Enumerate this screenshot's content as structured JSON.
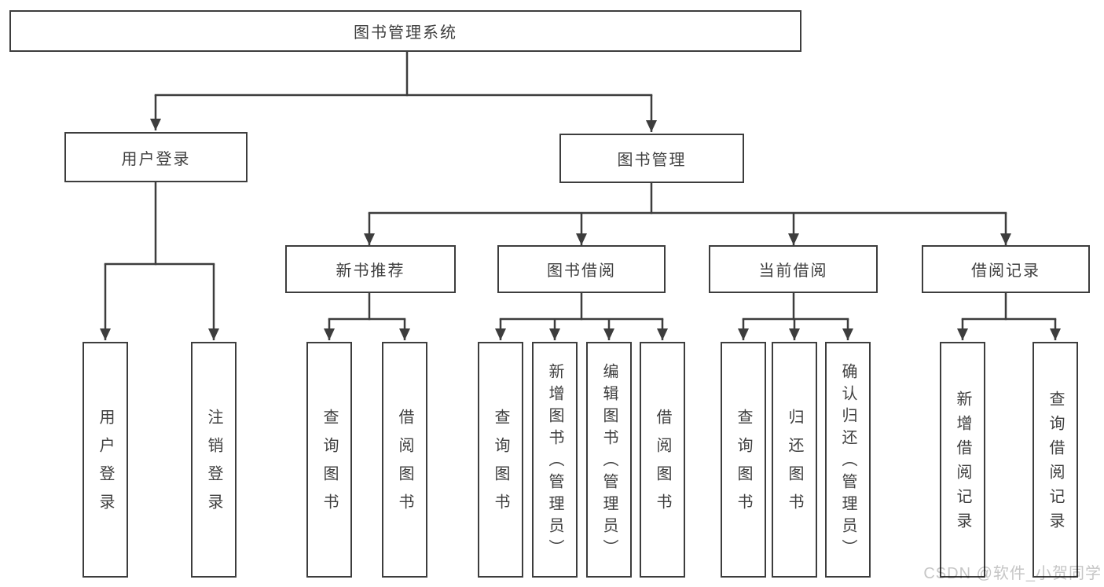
{
  "diagram": {
    "root": {
      "label": "图书管理系统"
    },
    "user_login": {
      "label": "用户登录",
      "children": [
        {
          "label": "用户登录"
        },
        {
          "label": "注销登录"
        }
      ]
    },
    "book_mgmt": {
      "label": "图书管理",
      "children": [
        {
          "label": "新书推荐",
          "children": [
            {
              "label": "查询图书"
            },
            {
              "label": "借阅图书"
            }
          ]
        },
        {
          "label": "图书借阅",
          "children": [
            {
              "label": "查询图书"
            },
            {
              "label": "新增图书（管理员）"
            },
            {
              "label": "编辑图书（管理员）"
            },
            {
              "label": "借阅图书"
            }
          ]
        },
        {
          "label": "当前借阅",
          "children": [
            {
              "label": "查询图书"
            },
            {
              "label": "归还图书"
            },
            {
              "label": "确认归还（管理员）"
            }
          ]
        },
        {
          "label": "借阅记录",
          "children": [
            {
              "label": "新增借阅记录"
            },
            {
              "label": "查询借阅记录"
            }
          ]
        }
      ]
    }
  },
  "watermark": {
    "text": "CSDN @软件_小贺同学"
  },
  "colors": {
    "line": "#3d3d3d",
    "box_border": "#3d3d3d",
    "box_fill": "#ffffff",
    "text": "#3f3f3f",
    "watermark": "#c6c6c6",
    "background": "#ffffff"
  }
}
